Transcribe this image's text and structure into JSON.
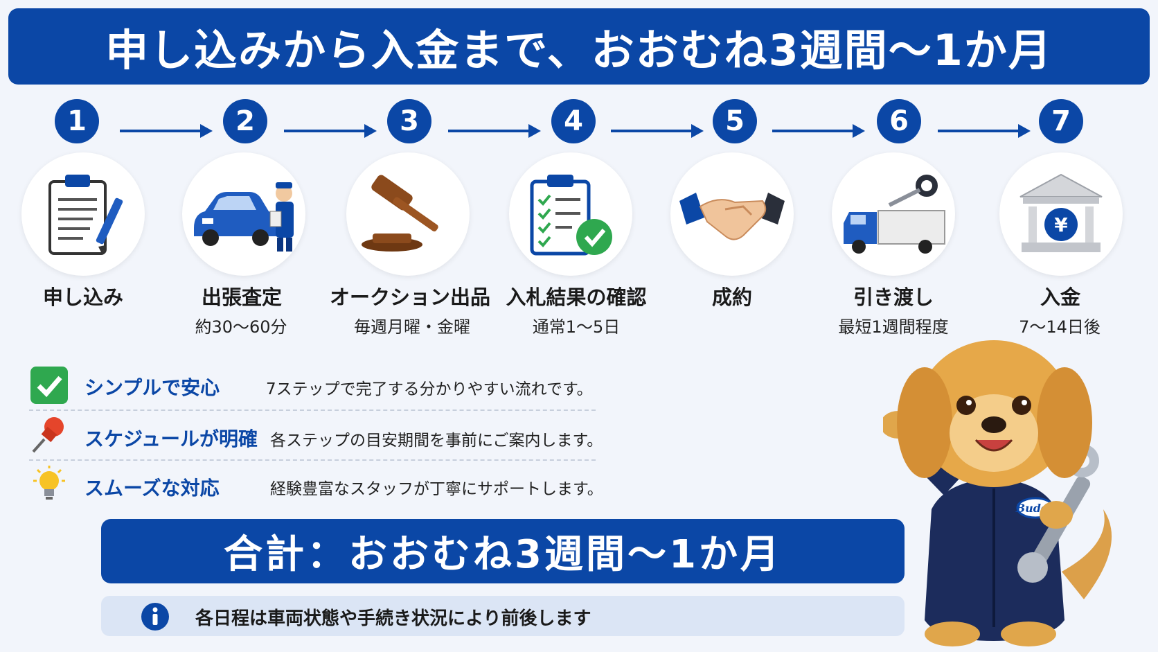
{
  "header": {
    "title": "申し込みから入金まで、おおむね3週間〜1か月"
  },
  "steps": [
    {
      "number": "1",
      "label": "申し込み",
      "sub": "",
      "icon": "clipboard-pen-icon"
    },
    {
      "number": "2",
      "label": "出張査定",
      "sub": "約30〜60分",
      "icon": "car-inspector-icon"
    },
    {
      "number": "3",
      "label": "オークション出品",
      "sub": "毎週月曜・金曜",
      "icon": "gavel-icon"
    },
    {
      "number": "4",
      "label": "入札結果の確認",
      "sub": "通常1〜5日",
      "icon": "checklist-icon"
    },
    {
      "number": "5",
      "label": "成約",
      "sub": "",
      "icon": "handshake-icon"
    },
    {
      "number": "6",
      "label": "引き渡し",
      "sub": "最短1週間程度",
      "icon": "truck-key-icon"
    },
    {
      "number": "7",
      "label": "入金",
      "sub": "7〜14日後",
      "icon": "bank-yen-icon"
    }
  ],
  "features": [
    {
      "title": "シンプルで安心",
      "desc": "7ステップで完了する分かりやすい流れです。",
      "icon": "checkmark-icon"
    },
    {
      "title": "スケジュールが明確",
      "desc": "各ステップの目安期間を事前にご案内します。",
      "icon": "pushpin-icon"
    },
    {
      "title": "スムーズな対応",
      "desc": "経験豊富なスタッフが丁寧にサポートします。",
      "icon": "lightbulb-icon"
    }
  ],
  "total": {
    "text": "合計：おおむね3週間〜1か月"
  },
  "note": {
    "text": "各日程は車両状態や手続き状況により前後します"
  },
  "mascot": {
    "badge": "Buddy"
  },
  "colors": {
    "primary": "#0b47a6",
    "background": "#f2f5fb",
    "check_green": "#2fa84f",
    "pin_red": "#e5452b",
    "bulb_yellow": "#f7c325"
  }
}
